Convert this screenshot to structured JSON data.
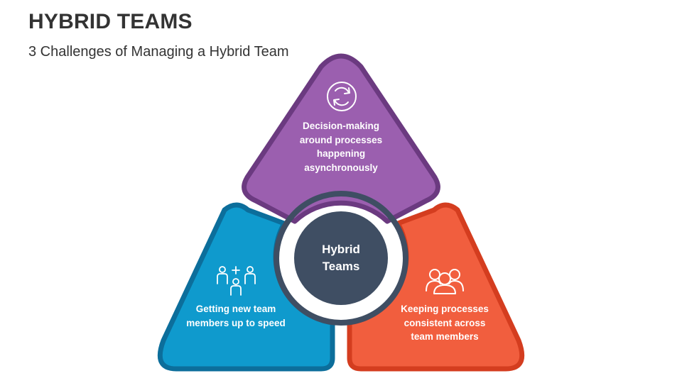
{
  "header": {
    "title": "HYBRID TEAMS",
    "subtitle": "3 Challenges of Managing a Hybrid Team"
  },
  "diagram": {
    "center_label": "Hybrid Teams",
    "segments": [
      {
        "text": "Decision-making around processes happening asynchronously",
        "icon": "refresh-cycle-icon",
        "fill": "#9B5FAF",
        "stroke": "#6B3A80"
      },
      {
        "text": "Getting new team members up to speed",
        "icon": "team-add-members-icon",
        "fill": "#0F9ACD",
        "stroke": "#0C6E9B"
      },
      {
        "text": "Keeping processes consistent across team members",
        "icon": "team-group-icon",
        "fill": "#F15E3E",
        "stroke": "#D43D1F"
      }
    ],
    "colors": {
      "center": "#3F4E63",
      "ring": "#3F4E63",
      "title": "#333333"
    }
  }
}
